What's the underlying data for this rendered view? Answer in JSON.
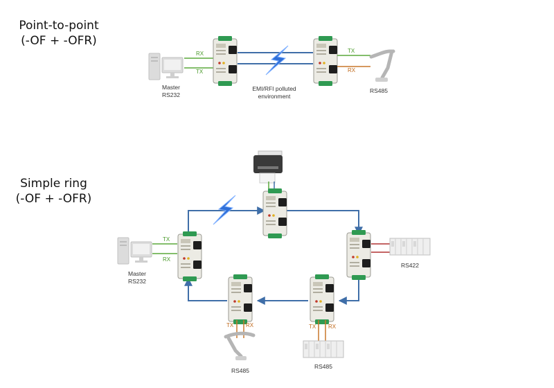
{
  "headings": {
    "p2p_line1": "Point-to-point",
    "p2p_line2": "(-OF + -OFR)",
    "ring_line1": "Simple ring",
    "ring_line2": "(-OF + -OFR)"
  },
  "p2p": {
    "master_line1": "Master",
    "master_line2": "RS232",
    "emi_line1": "EMI/RFI polluted",
    "emi_line2": "environment",
    "rs485": "RS485",
    "rx_left": "RX",
    "tx_left": "TX",
    "tx_right": "TX",
    "rx_right": "RX"
  },
  "ring": {
    "master_line1": "Master",
    "master_line2": "RS232",
    "tx_master": "TX",
    "rx_master": "RX",
    "rs422": "RS422",
    "rs485_left": "RS485",
    "rs485_right": "RS485",
    "tx_arm": "TX",
    "rx_arm": "RX",
    "tx_plc": "TX",
    "rx_plc": "RX"
  },
  "colors": {
    "fiber": "#3f6ea8",
    "tx_line": "#5aa83a",
    "rx_line": "#c8772a",
    "rs422_line": "#b03030",
    "lightning": "#2f6fd8"
  }
}
